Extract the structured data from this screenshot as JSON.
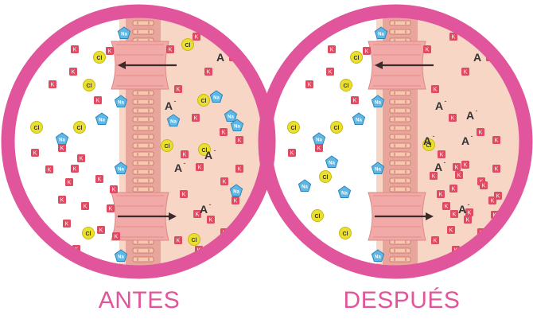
{
  "captions": {
    "left": "ANTES",
    "right": "DESPUÉS"
  },
  "labels": {
    "chloride": "Cl",
    "sodium": "Na",
    "potassium": "K",
    "anion": "A"
  },
  "colors": {
    "ring": "#e0559c",
    "caption": "#e3559a",
    "cytoplasm": "#f8d6c6",
    "membrane": "#e7a59b",
    "membrane_dark": "#c56f64",
    "channel": "#f2aaa8",
    "potassium": "#e04a62",
    "chloride": "#eadf2e",
    "sodium": "#5fb7e5",
    "arrow": "#3b2b2b"
  },
  "icons": {
    "channel_arrow": "arrow-icon"
  }
}
